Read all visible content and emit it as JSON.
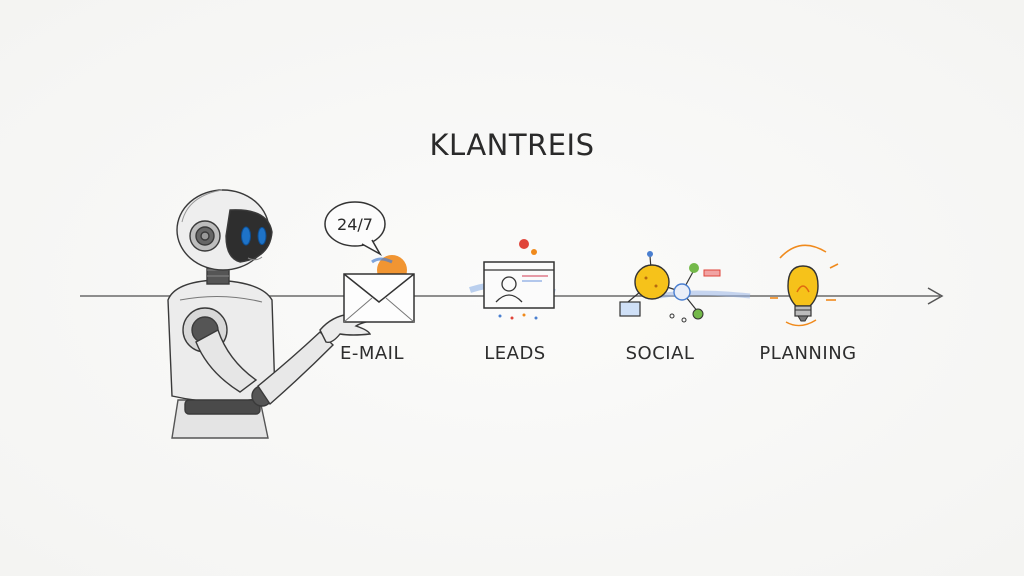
{
  "diagram": {
    "title": "KLANTREIS",
    "bubble_text": "24/7",
    "steps": [
      {
        "label": "E-MAIL",
        "icon": "envelope-icon"
      },
      {
        "label": "LEADS",
        "icon": "profile-window-icon"
      },
      {
        "label": "SOCIAL",
        "icon": "social-network-icon"
      },
      {
        "label": "PLANNING",
        "icon": "lightbulb-icon"
      }
    ],
    "colors": {
      "line": "#6a6a6a",
      "robot_eye": "#1e73c8",
      "accent_orange": "#f08a1c",
      "accent_blue": "#4a7fd0",
      "accent_red": "#e0443a",
      "bulb_yellow": "#f6c21a"
    }
  }
}
